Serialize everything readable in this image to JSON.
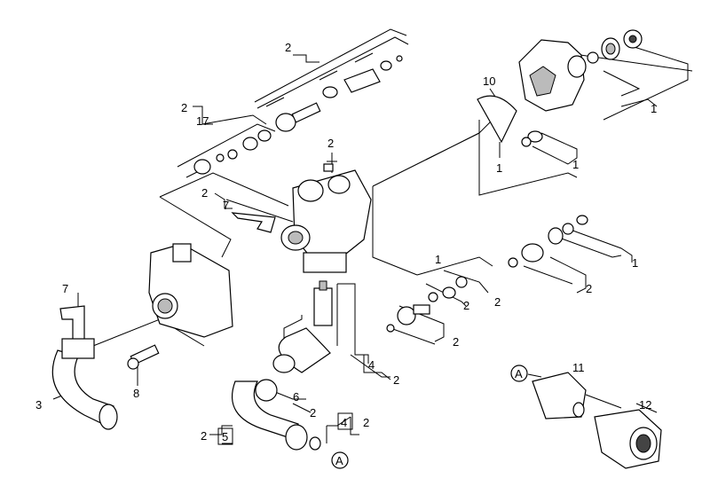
{
  "diagram": {
    "callouts": {
      "c1_top_right": "1",
      "c1_seal": "1",
      "c1_cone": "1",
      "c1_valves_right": "1",
      "c1_middle": "1",
      "c2_top": "2",
      "c2_17_prefix": "2",
      "c17": "17",
      "c2_head": "2",
      "c2_clip": "2",
      "c7_clip": "7",
      "c2_right_lower": "2",
      "c2_mid_a": "2",
      "c2_mid_b": "2",
      "c2_mid_c": "2",
      "c7_left": "7",
      "c8": "8",
      "c3": "3",
      "c4_upper": "4",
      "c2_after4": "2",
      "c6": "6",
      "c2_after6": "2",
      "c4_lower": "4",
      "c2_after4_lower": "2",
      "c2_before5": "2",
      "c5": "5",
      "c10": "10",
      "c11": "11",
      "c12": "12",
      "ref_a_bottom": "A",
      "ref_a_right": "A"
    }
  }
}
